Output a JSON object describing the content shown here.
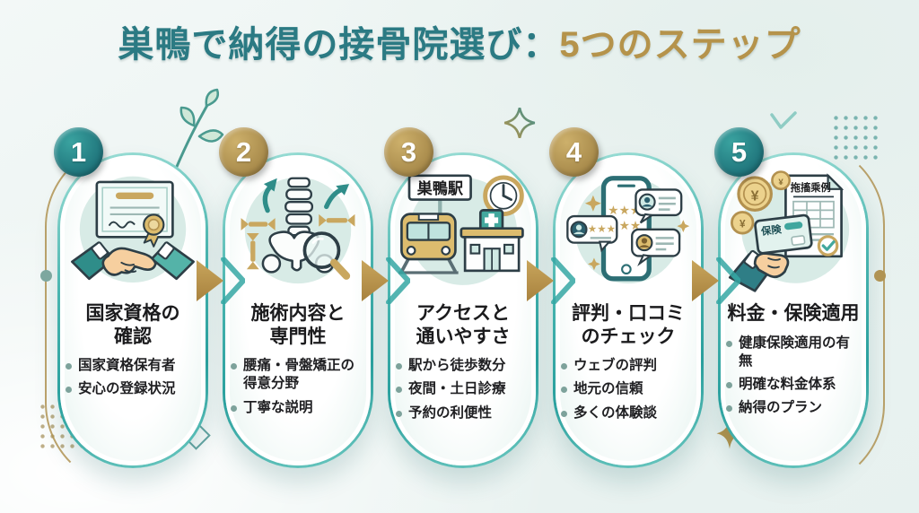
{
  "title": {
    "main": "巣鴨で納得の接骨院選び：",
    "highlight": "5つのステップ"
  },
  "colors": {
    "title_teal": "#2B7A83",
    "title_gold": "#B5934B",
    "badge_teal": "#1F7B7E",
    "badge_gold": "#AB8B4B",
    "card_border_teal": "#2AA09E",
    "arrow_gold": "#C8A55C",
    "bullet_dot": "#7DA29B",
    "text": "#1B1B1D",
    "background": "#ECF4F2"
  },
  "steps": [
    {
      "number": "1",
      "badge_color": "teal",
      "icon": "certificate-handshake",
      "title_line1": "国家資格の",
      "title_line2": "確認",
      "bullets": [
        "国家資格保有者",
        "安心の登録状況"
      ]
    },
    {
      "number": "2",
      "badge_color": "gold",
      "icon": "spine-magnifier",
      "title_line1": "施術内容と",
      "title_line2": "専門性",
      "bullets": [
        "腰痛・骨盤矯正の得意分野",
        "丁寧な説明"
      ]
    },
    {
      "number": "3",
      "badge_color": "gold",
      "icon": "train-station-clock-clinic",
      "station_sign": "巣鴨駅",
      "title_line1": "アクセスと",
      "title_line2": "通いやすさ",
      "bullets": [
        "駅から徒歩数分",
        "夜間・土日診療",
        "予約の利便性"
      ]
    },
    {
      "number": "4",
      "badge_color": "gold",
      "icon": "smartphone-reviews",
      "rating_stars": "★★★",
      "title_line1": "評判・口コミ",
      "title_line2": "のチェック",
      "bullets": [
        "ウェブの評判",
        "地元の信頼",
        "多くの体験談"
      ]
    },
    {
      "number": "5",
      "badge_color": "teal",
      "icon": "insurance-card-coins-document",
      "document_label": "拖搐乘例",
      "insurance_card_label": "保険",
      "coin_symbol": "¥",
      "title_line1": "料金・保険適用",
      "bullets": [
        "健康保険適用の有無",
        "明確な料金体系",
        "納得のプラン"
      ]
    }
  ]
}
